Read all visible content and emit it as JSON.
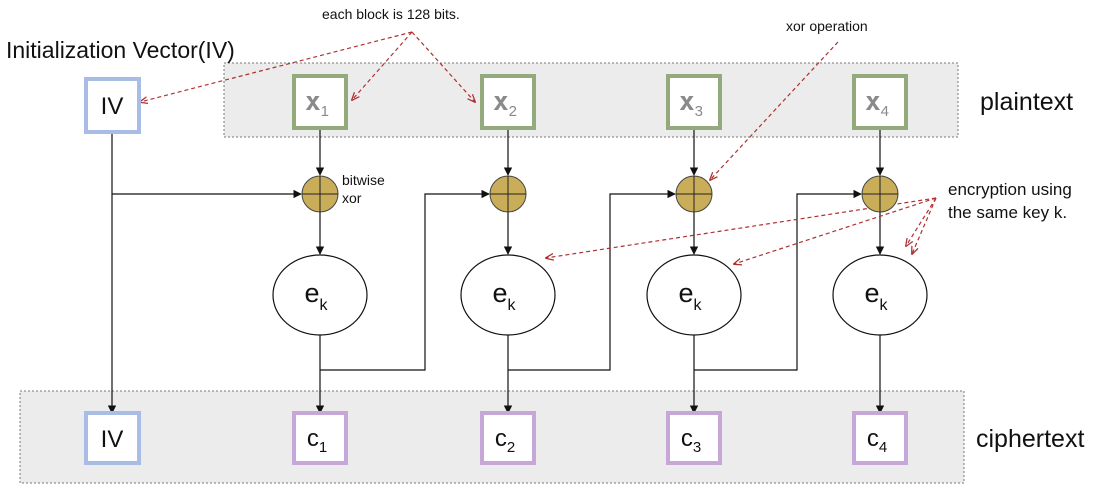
{
  "title": "Initialization Vector(IV)",
  "annotations": {
    "block_size": "each block is 128 bits.",
    "xor_operation": "xor operation",
    "bitwise_xor_line1": "bitwise",
    "bitwise_xor_line2": "xor",
    "encryption_line1": "encryption using",
    "encryption_line2": "the same key k."
  },
  "rows": {
    "plaintext_label": "plaintext",
    "ciphertext_label": "ciphertext"
  },
  "iv_label": "IV",
  "plaintext_blocks": [
    {
      "base": "x",
      "sub": "1"
    },
    {
      "base": "x",
      "sub": "2"
    },
    {
      "base": "x",
      "sub": "3"
    },
    {
      "base": "x",
      "sub": "4"
    }
  ],
  "encrypt_nodes": [
    {
      "base": "e",
      "sub": "k"
    },
    {
      "base": "e",
      "sub": "k"
    },
    {
      "base": "e",
      "sub": "k"
    },
    {
      "base": "e",
      "sub": "k"
    }
  ],
  "ciphertext_blocks": [
    {
      "base": "c",
      "sub": "1"
    },
    {
      "base": "c",
      "sub": "2"
    },
    {
      "base": "c",
      "sub": "3"
    },
    {
      "base": "c",
      "sub": "4"
    }
  ],
  "colors": {
    "iv_border": "#a9bce6",
    "plain_border": "#93aa7c",
    "cipher_border": "#c7a6d8",
    "xor_fill": "#c9ad58",
    "annotation_arrow": "#b03030",
    "band_fill": "#ececec"
  }
}
